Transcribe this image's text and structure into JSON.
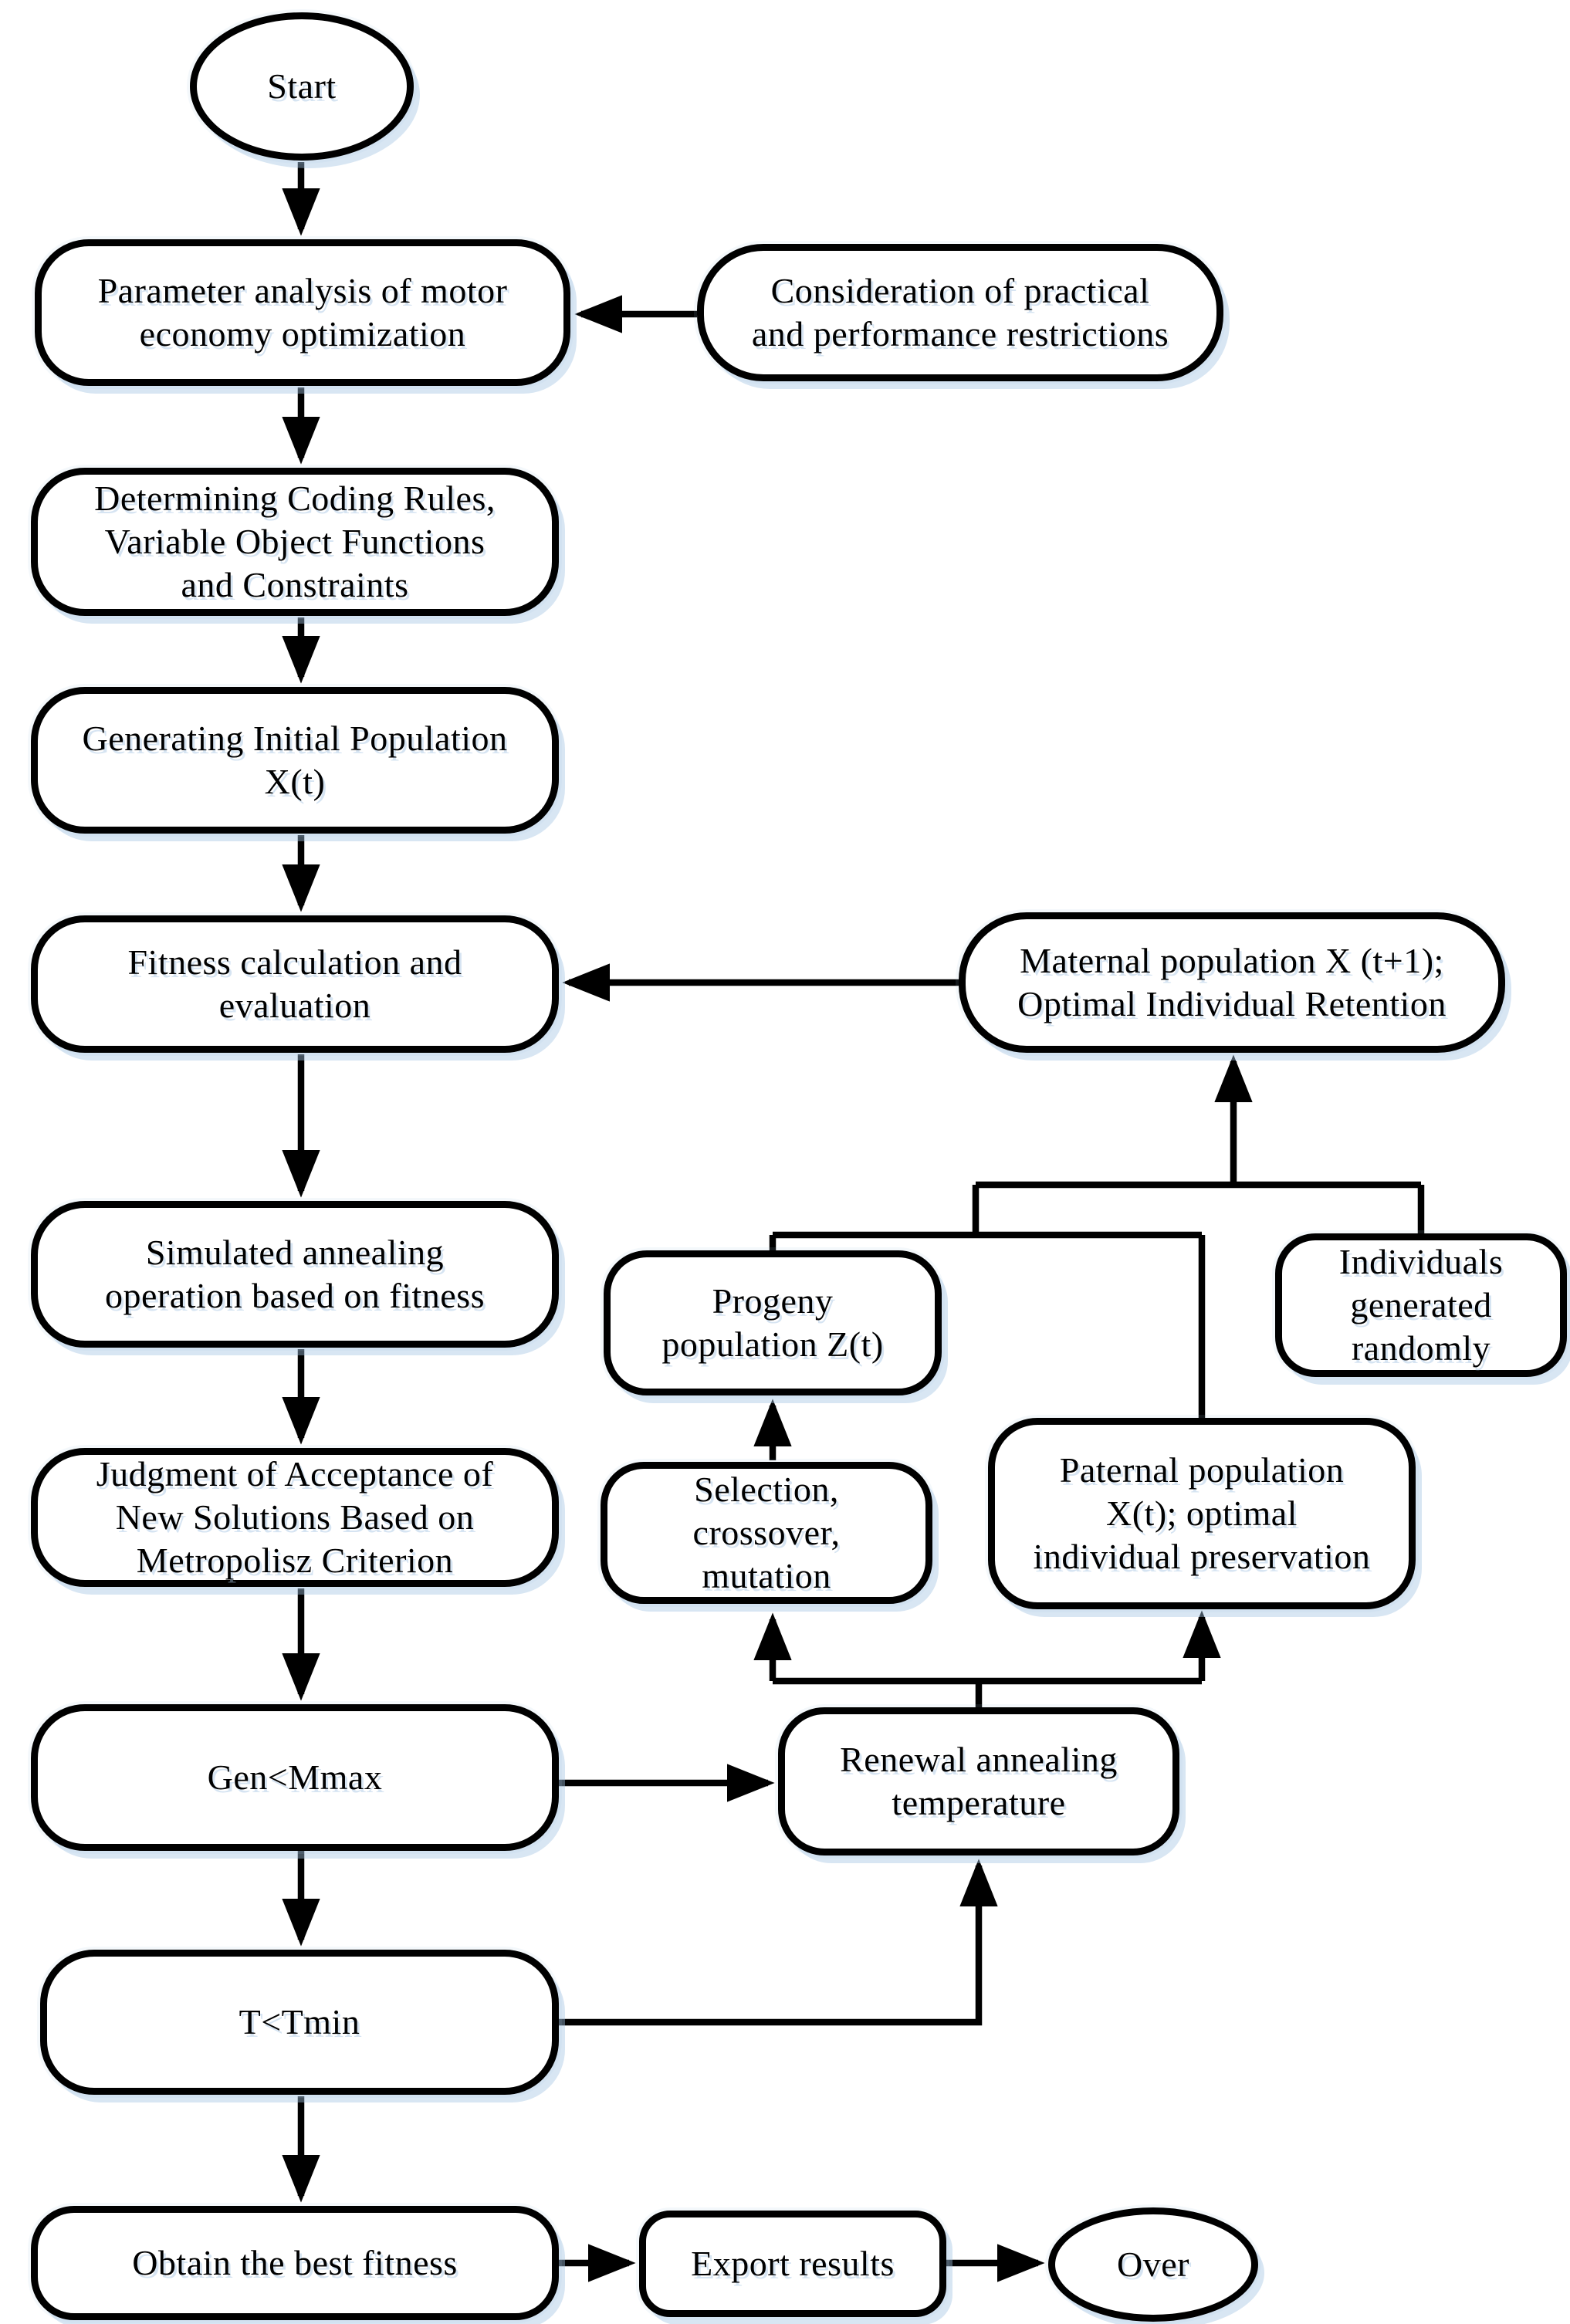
{
  "diagram": {
    "title": "Genetic algorithm with simulated annealing flowchart",
    "colors": {
      "stroke": "#000000",
      "fill": "#ffffff",
      "halo": "#a3c3e2"
    },
    "nodes": {
      "start": {
        "label": "Start"
      },
      "parameter_analysis": {
        "label": [
          "Parameter analysis of motor",
          "economy optimization"
        ]
      },
      "consideration": {
        "label": [
          "Consideration of practical",
          "and performance restrictions"
        ]
      },
      "determining": {
        "label": [
          "Determining Coding Rules,",
          "Variable Object Functions",
          "and Constraints"
        ]
      },
      "generating": {
        "label": [
          "Generating Initial Population",
          "X(t)"
        ]
      },
      "fitness": {
        "label": [
          "Fitness calculation and",
          "evaluation"
        ]
      },
      "maternal": {
        "label": [
          "Maternal population X (t+1);",
          "Optimal Individual Retention"
        ]
      },
      "simulated": {
        "label": [
          "Simulated annealing",
          "operation based on fitness"
        ]
      },
      "judgment": {
        "label": [
          "Judgment of Acceptance of",
          "New Solutions Based on",
          "Metropolisz Criterion"
        ]
      },
      "progeny": {
        "label": [
          "Progeny",
          "population Z(t)"
        ]
      },
      "individuals": {
        "label": [
          "Individuals",
          "generated",
          "randomly"
        ]
      },
      "selection": {
        "label": [
          "Selection,",
          "crossover,",
          "mutation"
        ]
      },
      "paternal": {
        "label": [
          "Paternal population",
          "X(t); optimal",
          "individual preservation"
        ]
      },
      "gen_check": {
        "label": "Gen<Mmax"
      },
      "renewal": {
        "label": [
          "Renewal annealing",
          "temperature"
        ]
      },
      "t_check": {
        "label": "T<Tmin"
      },
      "obtain": {
        "label": "Obtain the best fitness"
      },
      "export": {
        "label": "Export results"
      },
      "over": {
        "label": "Over"
      }
    },
    "edges": [
      {
        "from": "start",
        "to": "parameter_analysis"
      },
      {
        "from": "consideration",
        "to": "parameter_analysis"
      },
      {
        "from": "parameter_analysis",
        "to": "determining"
      },
      {
        "from": "determining",
        "to": "generating"
      },
      {
        "from": "generating",
        "to": "fitness"
      },
      {
        "from": "maternal",
        "to": "fitness"
      },
      {
        "from": "fitness",
        "to": "simulated"
      },
      {
        "from": "simulated",
        "to": "judgment"
      },
      {
        "from": "judgment",
        "to": "gen_check"
      },
      {
        "from": "gen_check",
        "to": "renewal"
      },
      {
        "from": "gen_check",
        "to": "t_check"
      },
      {
        "from": "t_check",
        "to": "renewal"
      },
      {
        "from": "t_check",
        "to": "obtain"
      },
      {
        "from": "obtain",
        "to": "export"
      },
      {
        "from": "export",
        "to": "over"
      },
      {
        "from": "renewal",
        "to": "selection"
      },
      {
        "from": "renewal",
        "to": "paternal"
      },
      {
        "from": "selection",
        "to": "progeny"
      },
      {
        "from": "progeny",
        "to": "maternal"
      },
      {
        "from": "paternal",
        "to": "maternal"
      },
      {
        "from": "individuals",
        "to": "maternal"
      }
    ]
  }
}
